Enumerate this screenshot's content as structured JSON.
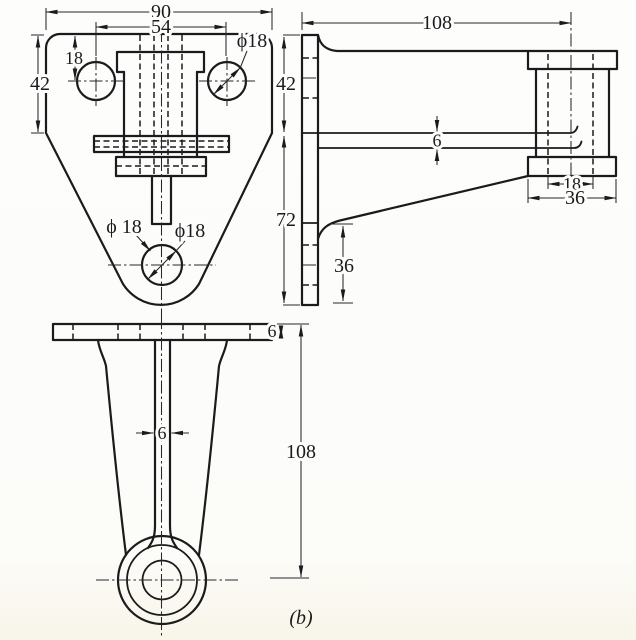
{
  "colors": {
    "ink": "#1b1b1d",
    "paper": "#fdfdfb"
  },
  "caption": "(b)",
  "front": {
    "overall_width": "90",
    "hole_spacing": "54",
    "hole_top_offset": "18",
    "upper_height": "42",
    "phi_top_right": "ϕ18",
    "phi_bottom_left": "ϕ 18",
    "phi_bottom_right": "ϕ18"
  },
  "side": {
    "overall_depth": "108",
    "upper_height": "42",
    "lower_height": "72",
    "web_thickness": "6",
    "boss_hole": "18",
    "boss_width": "36",
    "gusset_height": "36"
  },
  "plan": {
    "plate_thickness": "6",
    "rib_thickness": "6",
    "arm_length": "108"
  }
}
